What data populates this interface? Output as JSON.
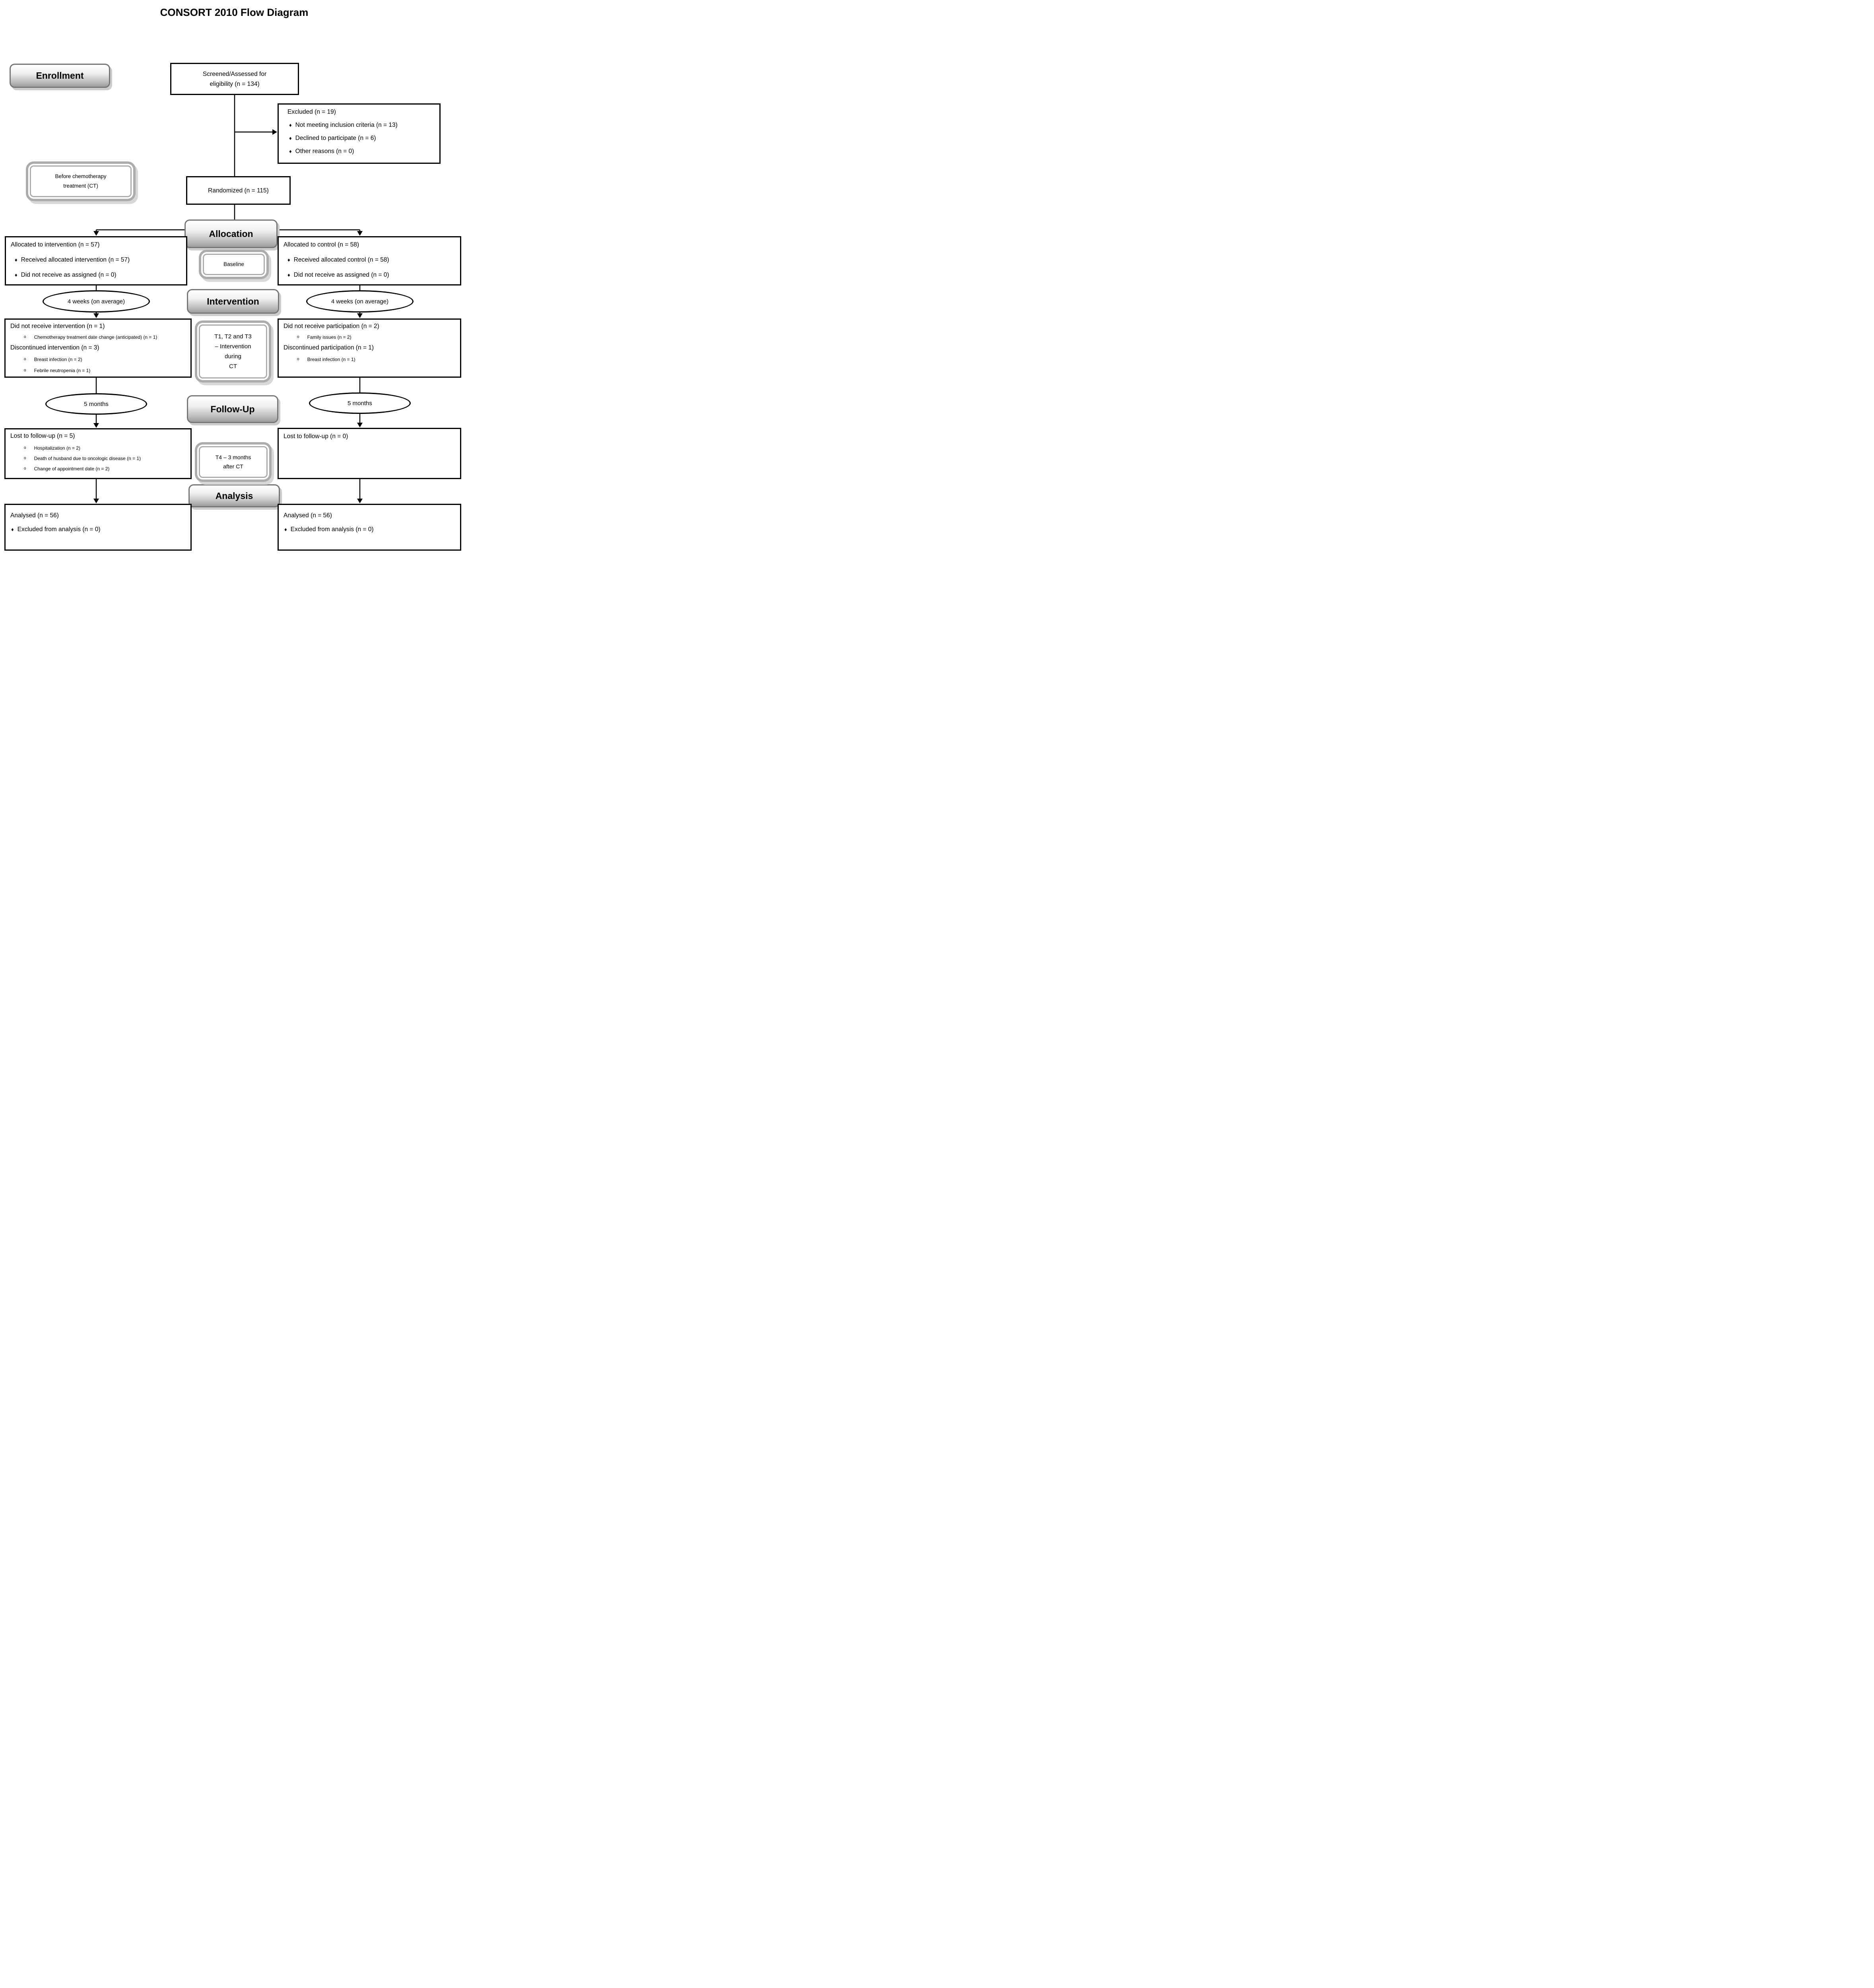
{
  "title": "CONSORT 2010 Flow Diagram",
  "glyphs": {
    "diamond": "♦",
    "circle": "o"
  },
  "stages": {
    "enrollment": "Enrollment",
    "allocation": "Allocation",
    "intervention": "Intervention",
    "followup": "Follow-Up",
    "analysis": "Analysis"
  },
  "markers": {
    "before_ct": {
      "line1": "Before chemotherapy",
      "line2": "treatment (CT)"
    },
    "baseline": {
      "line1": "Baseline"
    },
    "t123": {
      "line1": "T1, T2 and T3",
      "line2": "– Intervention",
      "line3": "during",
      "line4": "CT"
    },
    "t4": {
      "line1": "T4 – 3 months",
      "line2": "after CT"
    }
  },
  "ellipses": {
    "left_4weeks": "4 weeks (on average)",
    "right_4weeks": "4 weeks (on average)",
    "left_5months": "5 months",
    "right_5months": "5 months"
  },
  "boxes": {
    "screened": {
      "line1": "Screened/Assessed for",
      "line2": "eligibility (n = 134)"
    },
    "excluded": {
      "title": "Excluded (n = 19)",
      "bullets": [
        "Not meeting inclusion criteria (n = 13)",
        "Declined to participate (n = 6)",
        "Other reasons (n = 0)"
      ]
    },
    "randomized": {
      "line1": "Randomized (n = 115)"
    },
    "alloc_left": {
      "title": "Allocated to intervention (n = 57)",
      "bullets": [
        "Received allocated intervention (n = 57)",
        "Did not receive as assigned  (n = 0)"
      ]
    },
    "alloc_right": {
      "title": "Allocated to control (n = 58)",
      "bullets": [
        "Received allocated control (n = 58)",
        "Did not receive as assigned (n = 0)"
      ]
    },
    "dnr_left": {
      "heading1": "Did not receive intervention (n = 1)",
      "sub1": [
        "Chemotherapy treatment date change (anticipated) (n = 1)"
      ],
      "heading2": "Discontinued intervention (n = 3)",
      "sub2": [
        "Breast infection (n = 2)",
        "Febrile neutropenia (n = 1)"
      ]
    },
    "dnr_right": {
      "heading1": "Did not receive participation (n = 2)",
      "sub1": [
        "Family issues (n = 2)"
      ],
      "heading2": "Discontinued participation (n = 1)",
      "sub2": [
        "Breast infection (n = 1)"
      ]
    },
    "lost_left": {
      "heading": "Lost to follow-up (n = 5)",
      "subs": [
        "Hospitalization (n = 2)",
        "Death of husband due to oncologic disease (n = 1)",
        "Change of appointment date (n = 2)"
      ]
    },
    "lost_right": {
      "heading": "Lost to follow-up (n = 0)"
    },
    "analysed_left": {
      "title": "Analysed (n = 56)",
      "bullets": [
        "Excluded from analysis (n = 0)"
      ]
    },
    "analysed_right": {
      "title": "Analysed (n = 56)",
      "bullets": [
        "Excluded from analysis (n = 0)"
      ]
    }
  }
}
